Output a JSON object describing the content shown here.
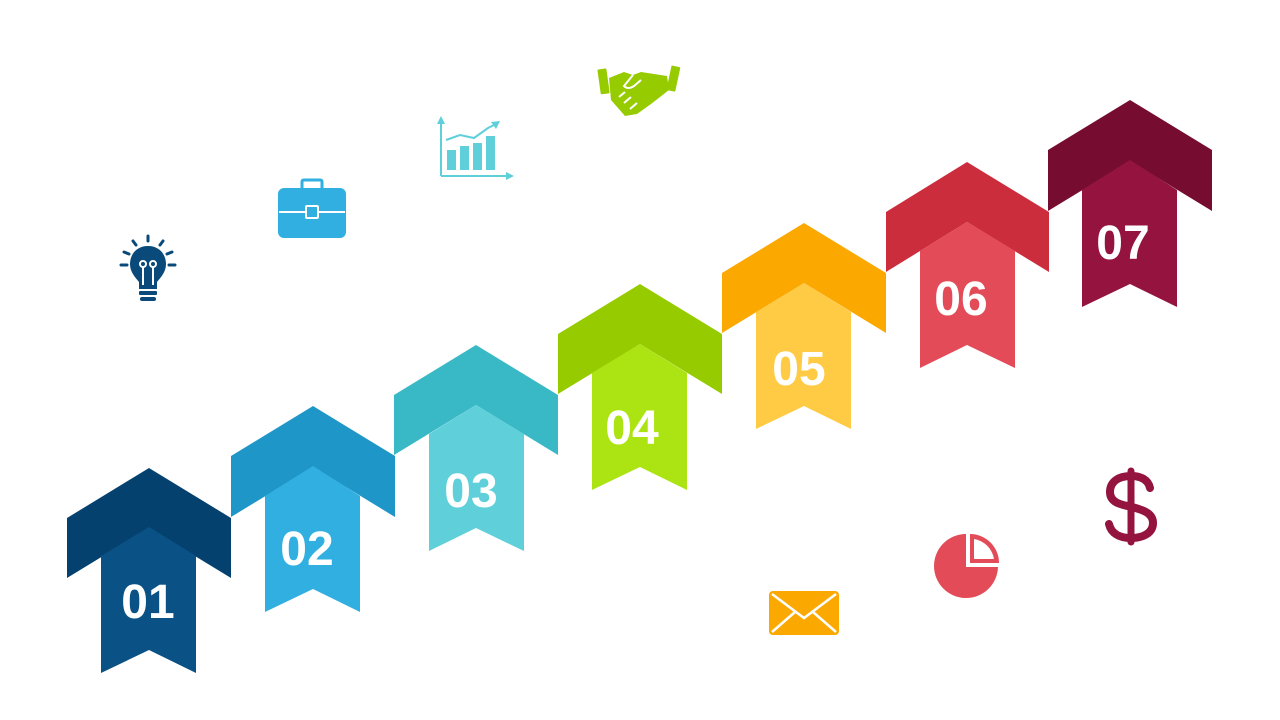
{
  "steps": [
    {
      "number": "01",
      "top_color": "#05416E",
      "bottom_color": "#0A5285"
    },
    {
      "number": "02",
      "top_color": "#1E96C8",
      "bottom_color": "#32AFE1"
    },
    {
      "number": "03",
      "top_color": "#38B9C5",
      "bottom_color": "#5FD0DA"
    },
    {
      "number": "04",
      "top_color": "#96CB00",
      "bottom_color": "#ACE312"
    },
    {
      "number": "05",
      "top_color": "#FBA800",
      "bottom_color": "#FFCA44"
    },
    {
      "number": "06",
      "top_color": "#CC2D3D",
      "bottom_color": "#E24B57"
    },
    {
      "number": "07",
      "top_color": "#760D30",
      "bottom_color": "#94143F"
    }
  ],
  "icons": [
    {
      "name": "lightbulb-icon",
      "color": "#0A4A7A"
    },
    {
      "name": "briefcase-icon",
      "color": "#32AFE1"
    },
    {
      "name": "bar-chart-icon",
      "color": "#5FD0DA"
    },
    {
      "name": "handshake-icon",
      "color": "#96CB00"
    },
    {
      "name": "envelope-icon",
      "color": "#FBA800"
    },
    {
      "name": "pie-chart-icon",
      "color": "#E24B57"
    },
    {
      "name": "dollar-icon",
      "color": "#94143F"
    }
  ]
}
